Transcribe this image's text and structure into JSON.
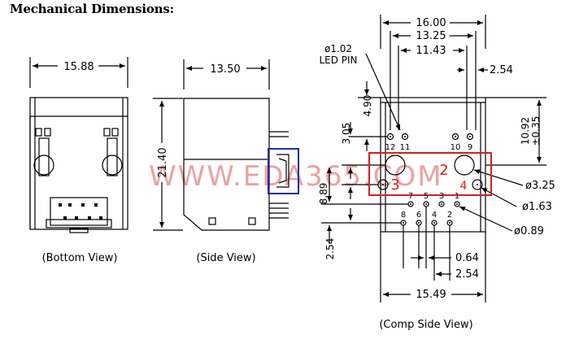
{
  "title": "Mechanical Dimensions:",
  "watermark": "WWW.EDA365.COM",
  "colors": {
    "ink": "#000000",
    "watermark": "#e79a9a",
    "highlight_red": "#d51f1f",
    "highlight_blue": "#1c2fa8"
  },
  "bottom_view": {
    "caption": "(Bottom View)",
    "width_dim": "15.88"
  },
  "side_view": {
    "caption": "(Side View)",
    "width_dim": "13.50",
    "height_dim": "21.40"
  },
  "comp_view": {
    "caption": "(Comp Side View)",
    "dims": {
      "overall_width": "16.00",
      "led_span": "13.25",
      "led_inner": "11.43",
      "led_offset": "2.54",
      "led_pin_dia": "ø1.02",
      "led_pin_label": "LED PIN",
      "led_height": "4.90",
      "row_gap": "3.05",
      "total_height": "10.92",
      "tolerance": "±0.35",
      "pin_height": "8.89",
      "bottom_gap": "2.54",
      "pin_pitch": "0.64",
      "row_pitch": "2.54",
      "bottom_width": "15.49",
      "mount_dia": "ø3.25",
      "small_dia": "ø1.63",
      "pin_dia": "ø0.89"
    },
    "pin_labels": {
      "led_pins": [
        "12",
        "11",
        "10",
        "9"
      ],
      "upper_row": [
        "7",
        "5",
        "3",
        "1"
      ],
      "lower_row": [
        "8",
        "6",
        "4",
        "2"
      ],
      "highlight_numbers": [
        "2",
        "3",
        "4"
      ]
    }
  }
}
